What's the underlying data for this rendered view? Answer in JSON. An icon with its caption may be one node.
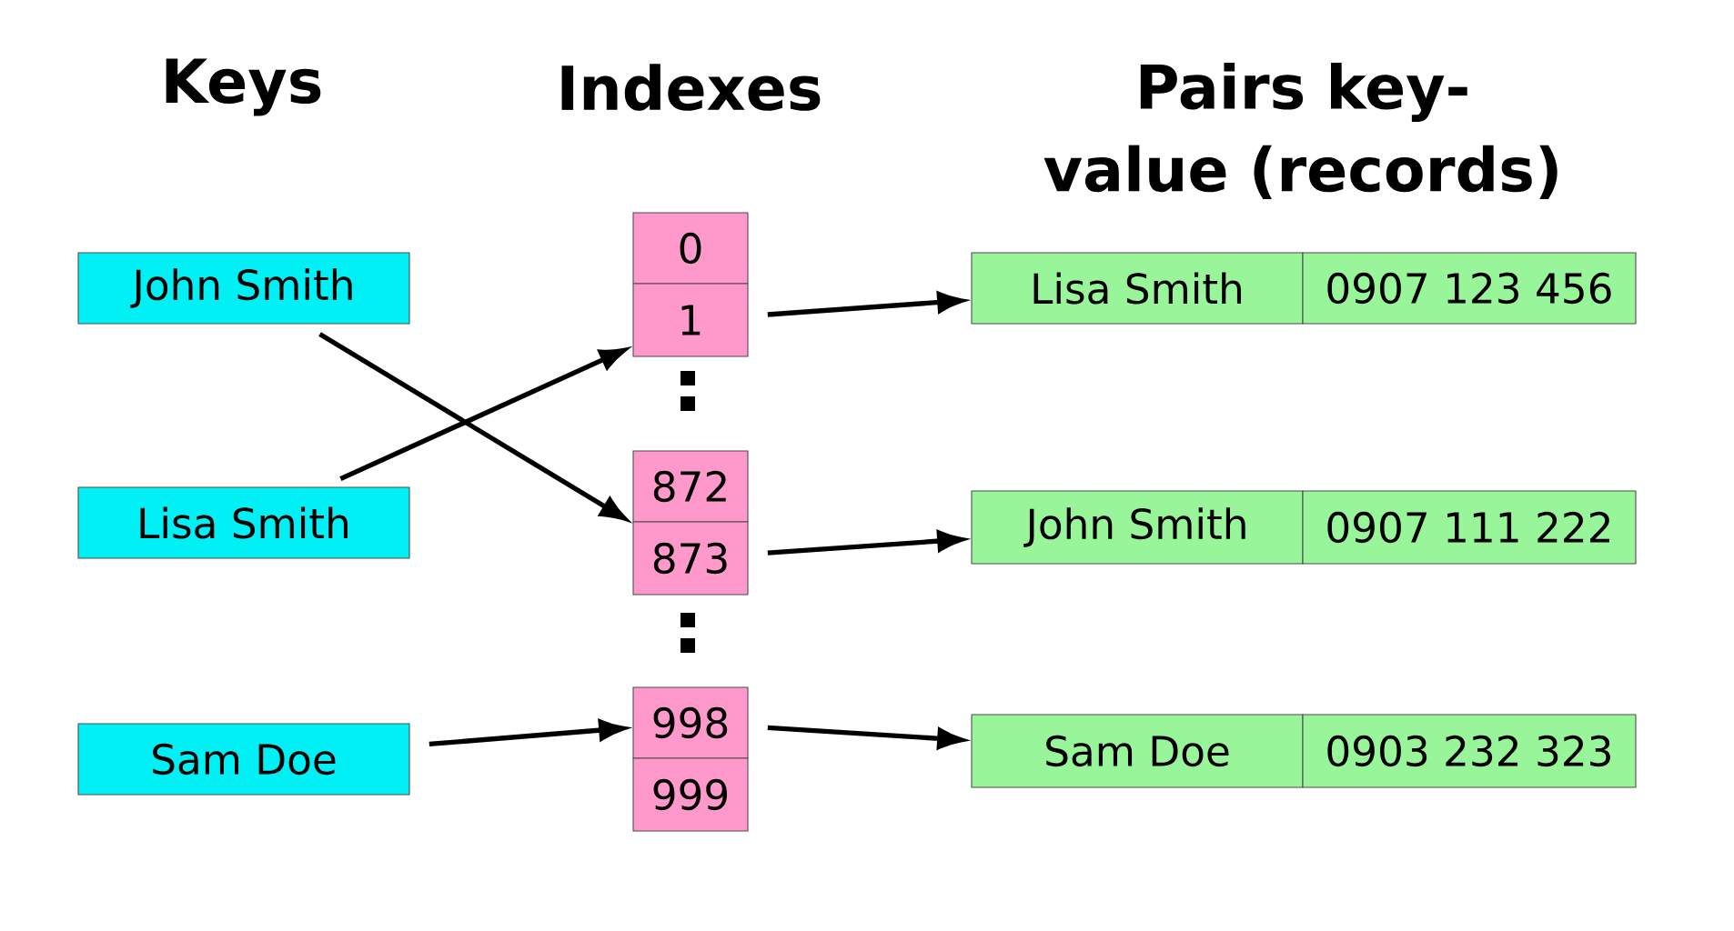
{
  "diagram": {
    "nodes": [
      {
        "text": [
          "John Smith"
        ]
      },
      {
        "text": [
          "Lisa Smith"
        ]
      },
      {
        "text": [
          "Sam Doe"
        ]
      },
      {
        "text": [
          "0"
        ]
      },
      {
        "text": [
          "1"
        ]
      },
      {
        "text": [
          "872"
        ]
      },
      {
        "text": [
          "873"
        ]
      },
      {
        "text": [
          "998"
        ]
      },
      {
        "text": [
          "999"
        ]
      },
      {
        "text": [
          "Lisa Smith"
        ]
      },
      {
        "text": [
          "0907 123 456"
        ]
      },
      {
        "text": [
          "John Smith"
        ]
      },
      {
        "text": [
          "0907 111 222"
        ]
      },
      {
        "text": [
          "Sam Doe"
        ]
      },
      {
        "text": [
          "0903 232 323"
        ]
      }
    ],
    "edges": [
      {
        "from": 0,
        "to": 6,
        "arrow": "to"
      },
      {
        "from": 1,
        "to": 4,
        "arrow": "to"
      },
      {
        "from": 2,
        "to": 7,
        "arrow": "to"
      },
      {
        "from": 4,
        "to": 9,
        "arrow": "to"
      },
      {
        "from": 6,
        "to": 11,
        "arrow": "to"
      },
      {
        "from": 7,
        "to": 13,
        "arrow": "to"
      }
    ],
    "labels": [
      "Keys",
      "Indexes",
      "Pairs key-value (records)"
    ]
  }
}
